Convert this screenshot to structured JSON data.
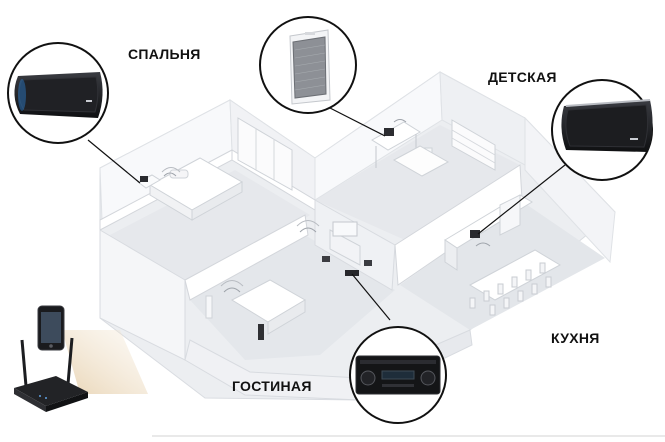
{
  "rooms": {
    "bedroom": "СПАЛЬНЯ",
    "kids": "ДЕТСКАЯ",
    "living": "ГОСТИНАЯ",
    "kitchen": "КУХНЯ"
  },
  "icons": {
    "bedroom_device": "wireless-speaker-icon",
    "kids_device": "tower-speaker-icon",
    "kitchen_device": "wireless-speaker-icon",
    "living_device": "av-receiver-icon",
    "network": "wifi-router-icon",
    "phone": "smartphone-icon"
  },
  "colors": {
    "floor": "#e9ebee",
    "wall": "#f7f8fa",
    "wall_shadow": "#d6d9de",
    "callout_ring": "#111111",
    "device_dark": "#1b1c1f",
    "phone_wave": "#e8d3b2"
  }
}
